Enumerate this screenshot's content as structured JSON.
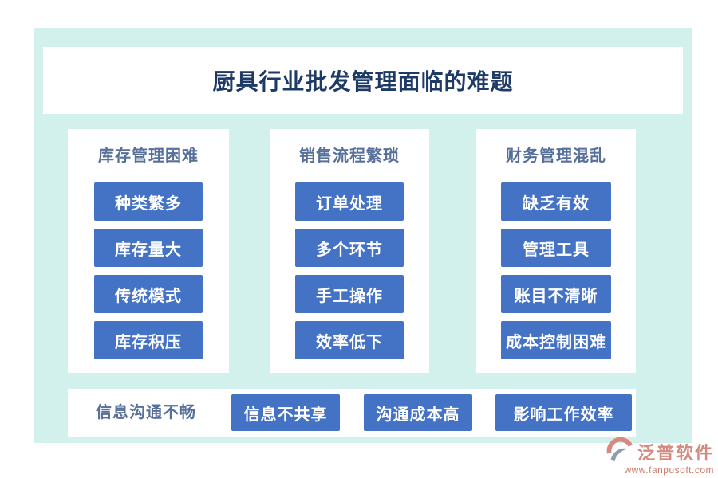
{
  "page": {
    "title": "厨具行业批发管理面临的难题"
  },
  "columns": [
    {
      "header": "库存管理困难",
      "items": [
        "种类繁多",
        "库存量大",
        "传统模式",
        "库存积压"
      ]
    },
    {
      "header": "销售流程繁琐",
      "items": [
        "订单处理",
        "多个环节",
        "手工操作",
        "效率低下"
      ]
    },
    {
      "header": "财务管理混乱",
      "items": [
        "缺乏有效",
        "管理工具",
        "账目不清晰",
        "成本控制困难"
      ]
    }
  ],
  "bottom_bar": {
    "label": "信息沟通不畅",
    "items": [
      "信息不共享",
      "沟通成本高",
      "影响工作效率"
    ]
  },
  "watermark": {
    "text": "泛普软件"
  },
  "brand": {
    "name": "泛普软件",
    "website": "www.fanpusoft.com"
  },
  "colors": {
    "frame": "#d3f1ec",
    "card": "#ffffff",
    "chip": "#4472c4",
    "chip_text": "#ffffff",
    "title_text": "#1e3a66",
    "header_text": "#56709a",
    "brand_text": "#d5897f",
    "brand_icon_gray": "#8d9db2"
  }
}
